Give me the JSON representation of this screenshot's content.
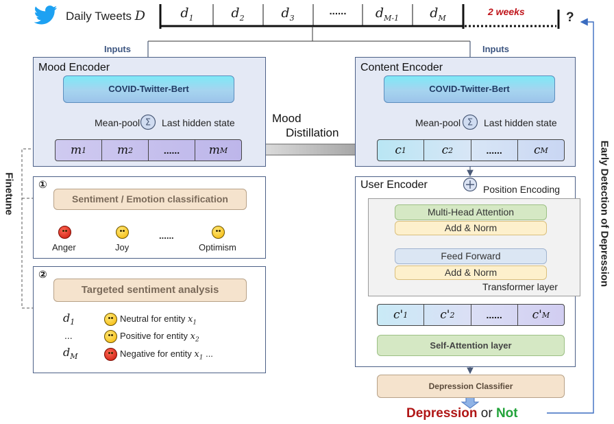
{
  "timeline": {
    "label": "Daily Tweets",
    "label_symbol": "D",
    "cells": [
      "d",
      "d",
      "d",
      "......",
      "d",
      "d"
    ],
    "cell_subs": [
      "1",
      "2",
      "3",
      "",
      "M-1",
      "M"
    ],
    "future_label": "2 weeks",
    "question": "?"
  },
  "inputs_left": "Inputs",
  "inputs_right": "Inputs",
  "mood_encoder": {
    "title": "Mood Encoder",
    "bert": "COVID-Twitter-Bert",
    "pool": "Mean-pool",
    "hidden": "Last hidden state",
    "cells": [
      "m",
      "m",
      "......",
      "m"
    ],
    "subs": [
      "1",
      "2",
      "",
      "M"
    ]
  },
  "content_encoder": {
    "title": "Content Encoder",
    "bert": "COVID-Twitter-Bert",
    "pool": "Mean-pool",
    "hidden": "Last hidden state",
    "cells": [
      "c",
      "c",
      "......",
      "c"
    ],
    "subs": [
      "1",
      "2",
      "",
      "M"
    ]
  },
  "mood_distillation": [
    "Mood",
    "Distillation"
  ],
  "finetune": "Finetune",
  "early_detection": "Early Detection of Depression",
  "task1": {
    "num": "①",
    "title": "Sentiment / Emotion classification",
    "labels": [
      "Anger",
      "Joy",
      "......",
      "Optimism"
    ]
  },
  "task2": {
    "num": "②",
    "title": "Targeted sentiment analysis",
    "rows": [
      {
        "doc": "d",
        "sub": "1",
        "text": "Neutral for entity ",
        "ent": "x",
        "esub": "1"
      },
      {
        "doc": "...",
        "sub": "",
        "text": "Positive for entity ",
        "ent": "x",
        "esub": "2"
      },
      {
        "doc": "d",
        "sub": "M",
        "text": "Negative for entity ",
        "ent": "x",
        "esub": "1",
        "tail": " ..."
      }
    ]
  },
  "user_encoder": {
    "title": "User Encoder",
    "position": "Position Encoding",
    "mha": "Multi-Head Attention",
    "addnorm1": "Add & Norm",
    "ff": "Feed Forward",
    "addnorm2": "Add & Norm",
    "transformer": "Transformer layer",
    "cells": [
      "c'",
      "c'",
      "......",
      "c'"
    ],
    "subs": [
      "1",
      "2",
      "",
      "M"
    ],
    "selfatt": "Self-Attention layer"
  },
  "classifier": "Depression Classifier",
  "output": {
    "a": "Depression",
    "or": "or",
    "b": "Not"
  },
  "colors": {
    "depression": "#b01515",
    "not": "#22a33a",
    "weeks": "#c0161c",
    "twitter": "#1da1f2"
  }
}
